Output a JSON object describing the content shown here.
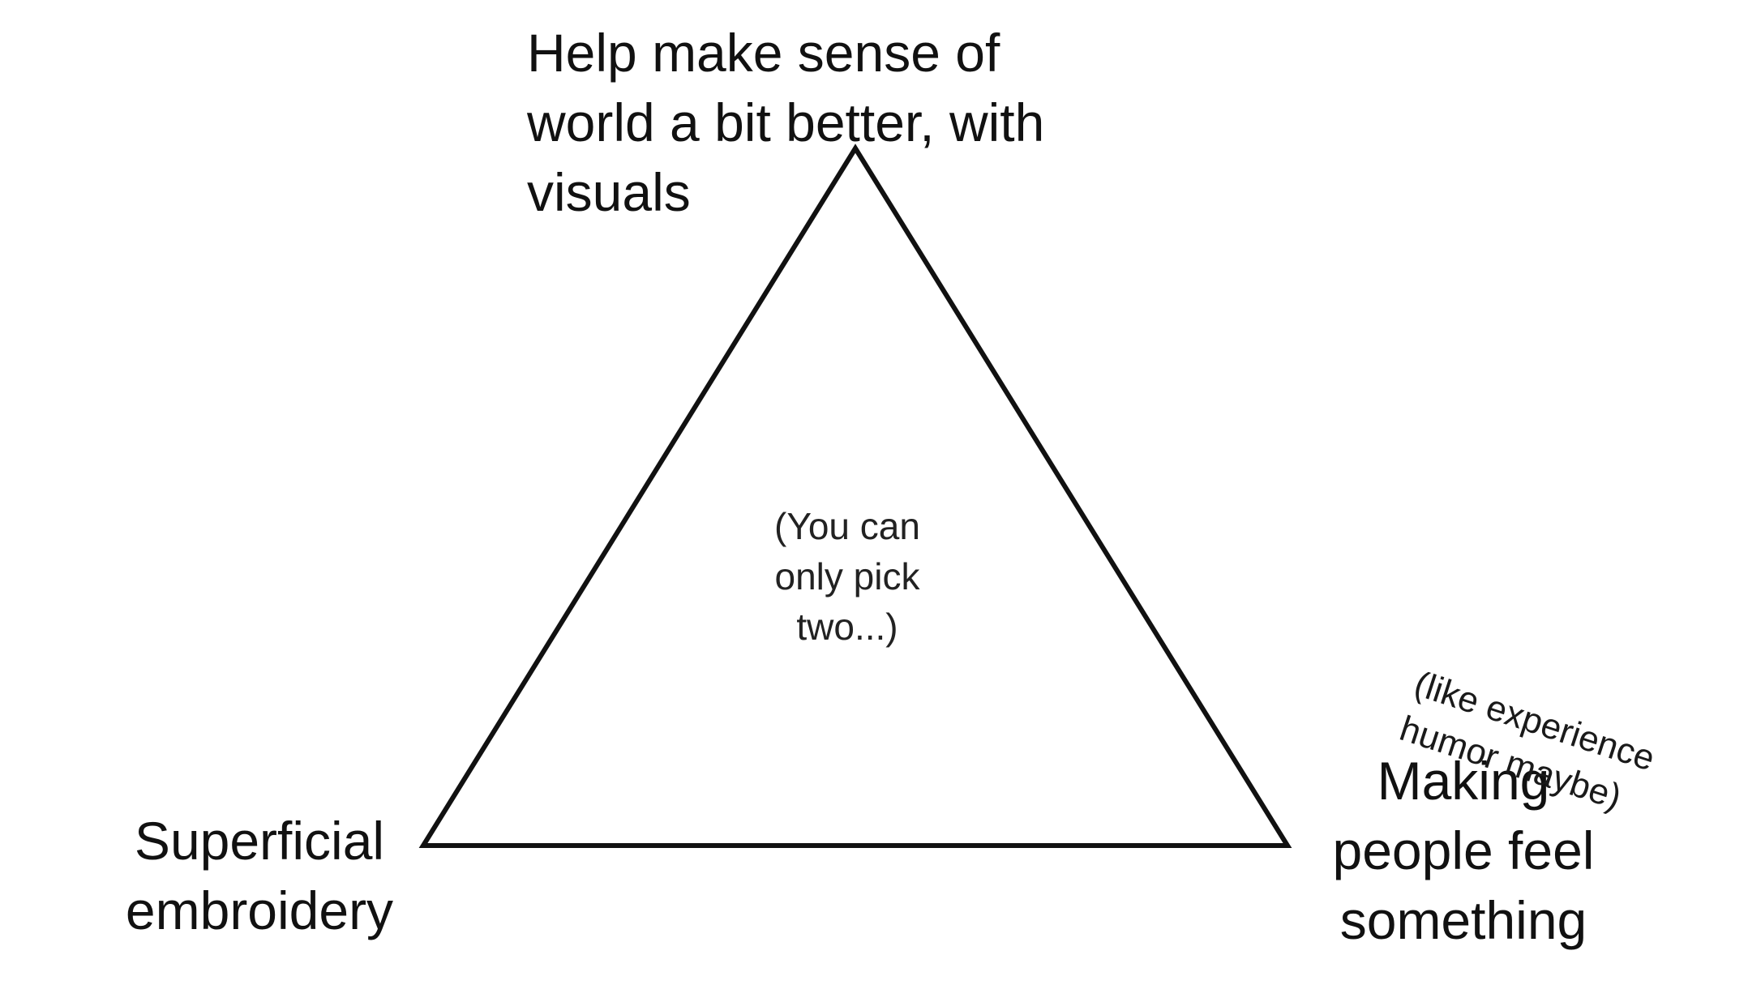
{
  "diagram": {
    "title": "",
    "stroke_color": "#111111",
    "background": "#ffffff",
    "top_vertex": {
      "lines": [
        "Help make sense of",
        "world a bit better, with",
        "visuals"
      ]
    },
    "left_vertex": {
      "lines": [
        "Superficial",
        "embroidery"
      ]
    },
    "right_vertex": {
      "lines": [
        "Making",
        "people feel",
        "something"
      ]
    },
    "center_note": {
      "lines": [
        "(You can",
        "only pick",
        "two...)"
      ]
    },
    "aside_note": {
      "lines": [
        "(like experience",
        "humor maybe)"
      ]
    }
  }
}
